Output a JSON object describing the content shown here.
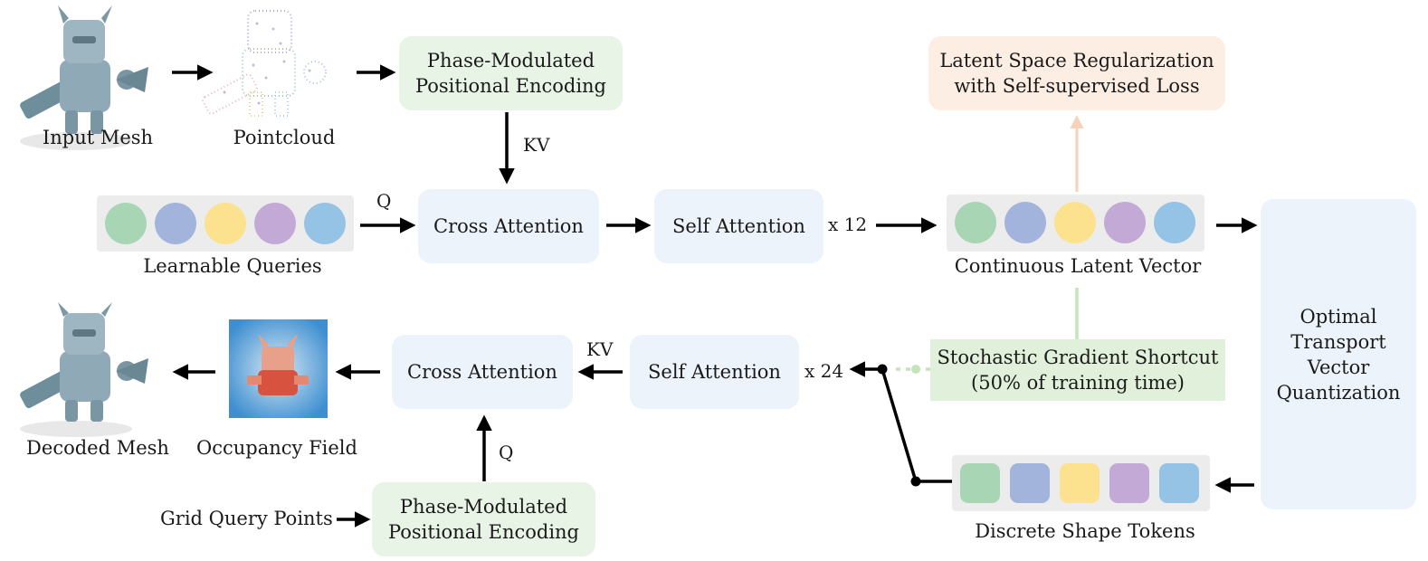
{
  "labels": {
    "input_mesh": "Input Mesh",
    "pointcloud": "Pointcloud",
    "learnable_queries": "Learnable Queries",
    "continuous_latent_vector": "Continuous Latent Vector",
    "decoded_mesh": "Decoded Mesh",
    "occupancy_field": "Occupancy Field",
    "grid_query_points": "Grid Query Points",
    "discrete_shape_tokens": "Discrete Shape Tokens"
  },
  "boxes": {
    "pe_top": "Phase-Modulated\nPositional Encoding",
    "cross_attn_top": "Cross Attention",
    "self_attn_top": "Self Attention",
    "latent_reg": "Latent Space Regularization\nwith Self-supervised Loss",
    "sg_shortcut": "Stochastic Gradient Shortcut\n(50% of training time)",
    "otvq": "Optimal\nTransport\nVector\nQuantization",
    "cross_attn_bottom": "Cross Attention",
    "self_attn_bottom": "Self Attention",
    "pe_bottom": "Phase-Modulated\nPositional Encoding"
  },
  "edge_labels": {
    "kv_top": "KV",
    "q_top": "Q",
    "x12": "x 12",
    "kv_bottom": "KV",
    "q_bottom": "Q",
    "x24": "x 24"
  },
  "colors": {
    "token_colors": [
      "#a8d5b3",
      "#a2b4dc",
      "#fce28f",
      "#c3aad6",
      "#95c3e6"
    ],
    "box_blue": "#edf3fa",
    "box_green": "#e8f4e5",
    "box_peach": "#fdeee3"
  }
}
